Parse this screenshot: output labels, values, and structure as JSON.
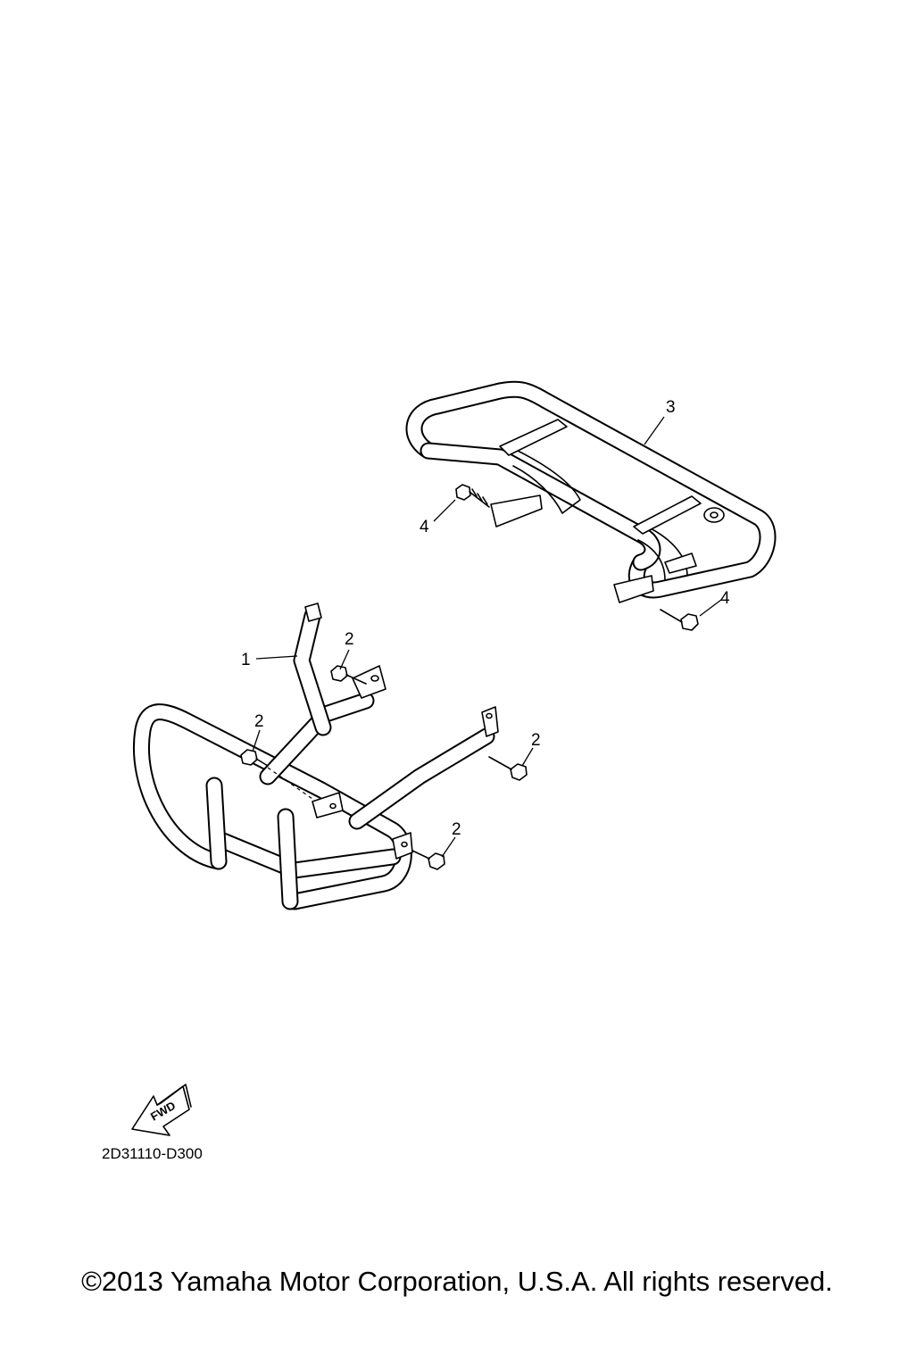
{
  "diagram": {
    "callouts": [
      {
        "id": "part-1",
        "label": "1"
      },
      {
        "id": "part-2a",
        "label": "2"
      },
      {
        "id": "part-2b",
        "label": "2"
      },
      {
        "id": "part-2c",
        "label": "2"
      },
      {
        "id": "part-2d",
        "label": "2"
      },
      {
        "id": "part-3",
        "label": "3"
      },
      {
        "id": "part-4a",
        "label": "4"
      },
      {
        "id": "part-4b",
        "label": "4"
      }
    ],
    "fwd_arrow_text": "FWD",
    "code": "2D31110-D300"
  },
  "footer": {
    "copyright": "©2013 Yamaha Motor Corporation, U.S.A. All rights reserved."
  }
}
